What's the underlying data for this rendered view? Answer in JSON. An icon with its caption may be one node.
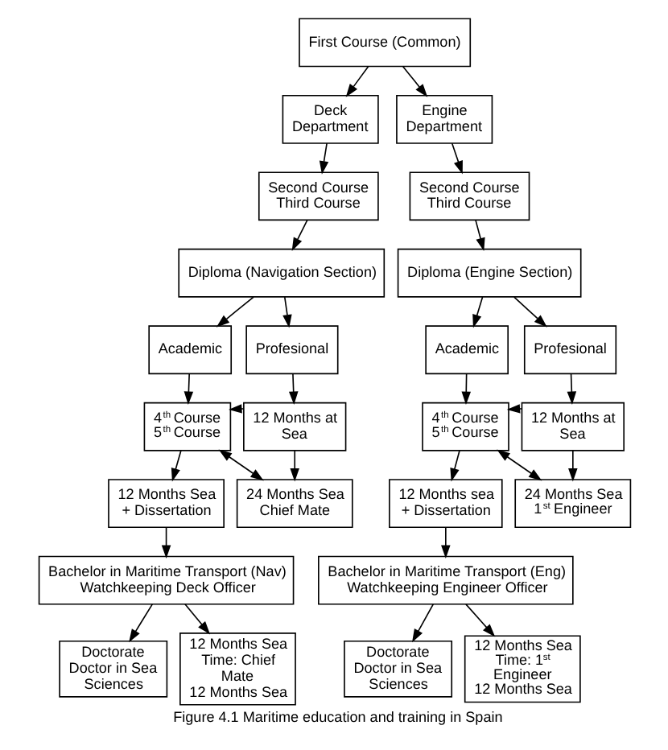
{
  "diagram": {
    "caption": "Figure 4.1 Maritime education and training in Spain",
    "nodes": [
      {
        "text": [
          "First Course (Common)"
        ]
      },
      {
        "text": [
          "Deck Department"
        ]
      },
      {
        "text": [
          "Engine Department"
        ]
      },
      {
        "text": [
          "Second Course",
          "Third Course"
        ]
      },
      {
        "text": [
          "Second Course",
          "Third Course"
        ]
      },
      {
        "text": [
          "Diploma (Navigation Section)"
        ]
      },
      {
        "text": [
          "Diploma (Engine Section)"
        ]
      },
      {
        "text": [
          "Academic"
        ]
      },
      {
        "text": [
          "Profesional"
        ]
      },
      {
        "text": [
          "Academic"
        ]
      },
      {
        "text": [
          "Profesional"
        ]
      },
      {
        "text": [
          "4$^{th}$ Course",
          "5$^{th}$ Course"
        ]
      },
      {
        "text": [
          "12 Months at Sea"
        ]
      },
      {
        "text": [
          "4$^{th}$ Course",
          "5$^{th}$ Course"
        ]
      },
      {
        "text": [
          "12 Months at Sea"
        ]
      },
      {
        "text": [
          "12 Months Sea + Dissertation"
        ]
      },
      {
        "text": [
          "24 Months Sea",
          "Chief Mate"
        ]
      },
      {
        "text": [
          "12 Months sea + Dissertation"
        ]
      },
      {
        "text": [
          "24 Months Sea",
          "1$^{st}$ Engineer"
        ]
      },
      {
        "text": [
          "Bachelor in Maritime Transport (Nav)",
          "Watchkeeping Deck Officer"
        ]
      },
      {
        "text": [
          "Bachelor in Maritime Transport (Eng)",
          "Watchkeeping Engineer Officer"
        ]
      },
      {
        "text": [
          "Doctorate",
          "Doctor in Sea Sciences"
        ]
      },
      {
        "text": [
          "12 Months Sea Time: Chief Mate",
          "12 Months Sea"
        ]
      },
      {
        "text": [
          "Doctorate",
          "Doctor in Sea Sciences"
        ]
      },
      {
        "text": [
          "12 Months Sea Time: 1$^{st}$ Engineer",
          "12 Months Sea"
        ]
      }
    ],
    "edges": [
      {
        "from": 0,
        "to": 1,
        "arrow": "to"
      },
      {
        "from": 0,
        "to": 2,
        "arrow": "to"
      },
      {
        "from": 1,
        "to": 3,
        "arrow": "to"
      },
      {
        "from": 2,
        "to": 4,
        "arrow": "to"
      },
      {
        "from": 3,
        "to": 5,
        "arrow": "to"
      },
      {
        "from": 4,
        "to": 6,
        "arrow": "to"
      },
      {
        "from": 5,
        "to": 7,
        "arrow": "to"
      },
      {
        "from": 5,
        "to": 8,
        "arrow": "to"
      },
      {
        "from": 6,
        "to": 9,
        "arrow": "to"
      },
      {
        "from": 6,
        "to": 10,
        "arrow": "to"
      },
      {
        "from": 7,
        "to": 11,
        "arrow": "to"
      },
      {
        "from": 8,
        "to": 12,
        "arrow": "to"
      },
      {
        "from": 12,
        "to": 11,
        "arrow": "to"
      },
      {
        "from": 9,
        "to": 13,
        "arrow": "to"
      },
      {
        "from": 10,
        "to": 14,
        "arrow": "to"
      },
      {
        "from": 14,
        "to": 13,
        "arrow": "to"
      },
      {
        "from": 11,
        "to": 15,
        "arrow": "to"
      },
      {
        "from": 11,
        "to": 16,
        "arrow": "both"
      },
      {
        "from": 12,
        "to": 16,
        "arrow": "to"
      },
      {
        "from": 13,
        "to": 17,
        "arrow": "to"
      },
      {
        "from": 13,
        "to": 18,
        "arrow": "both"
      },
      {
        "from": 14,
        "to": 18,
        "arrow": "to"
      },
      {
        "from": 15,
        "to": 19,
        "arrow": "to"
      },
      {
        "from": 17,
        "to": 20,
        "arrow": "to"
      },
      {
        "from": 19,
        "to": 21,
        "arrow": "to"
      },
      {
        "from": 19,
        "to": 22,
        "arrow": "to"
      },
      {
        "from": 20,
        "to": 23,
        "arrow": "to"
      },
      {
        "from": 20,
        "to": 24,
        "arrow": "to"
      }
    ]
  }
}
